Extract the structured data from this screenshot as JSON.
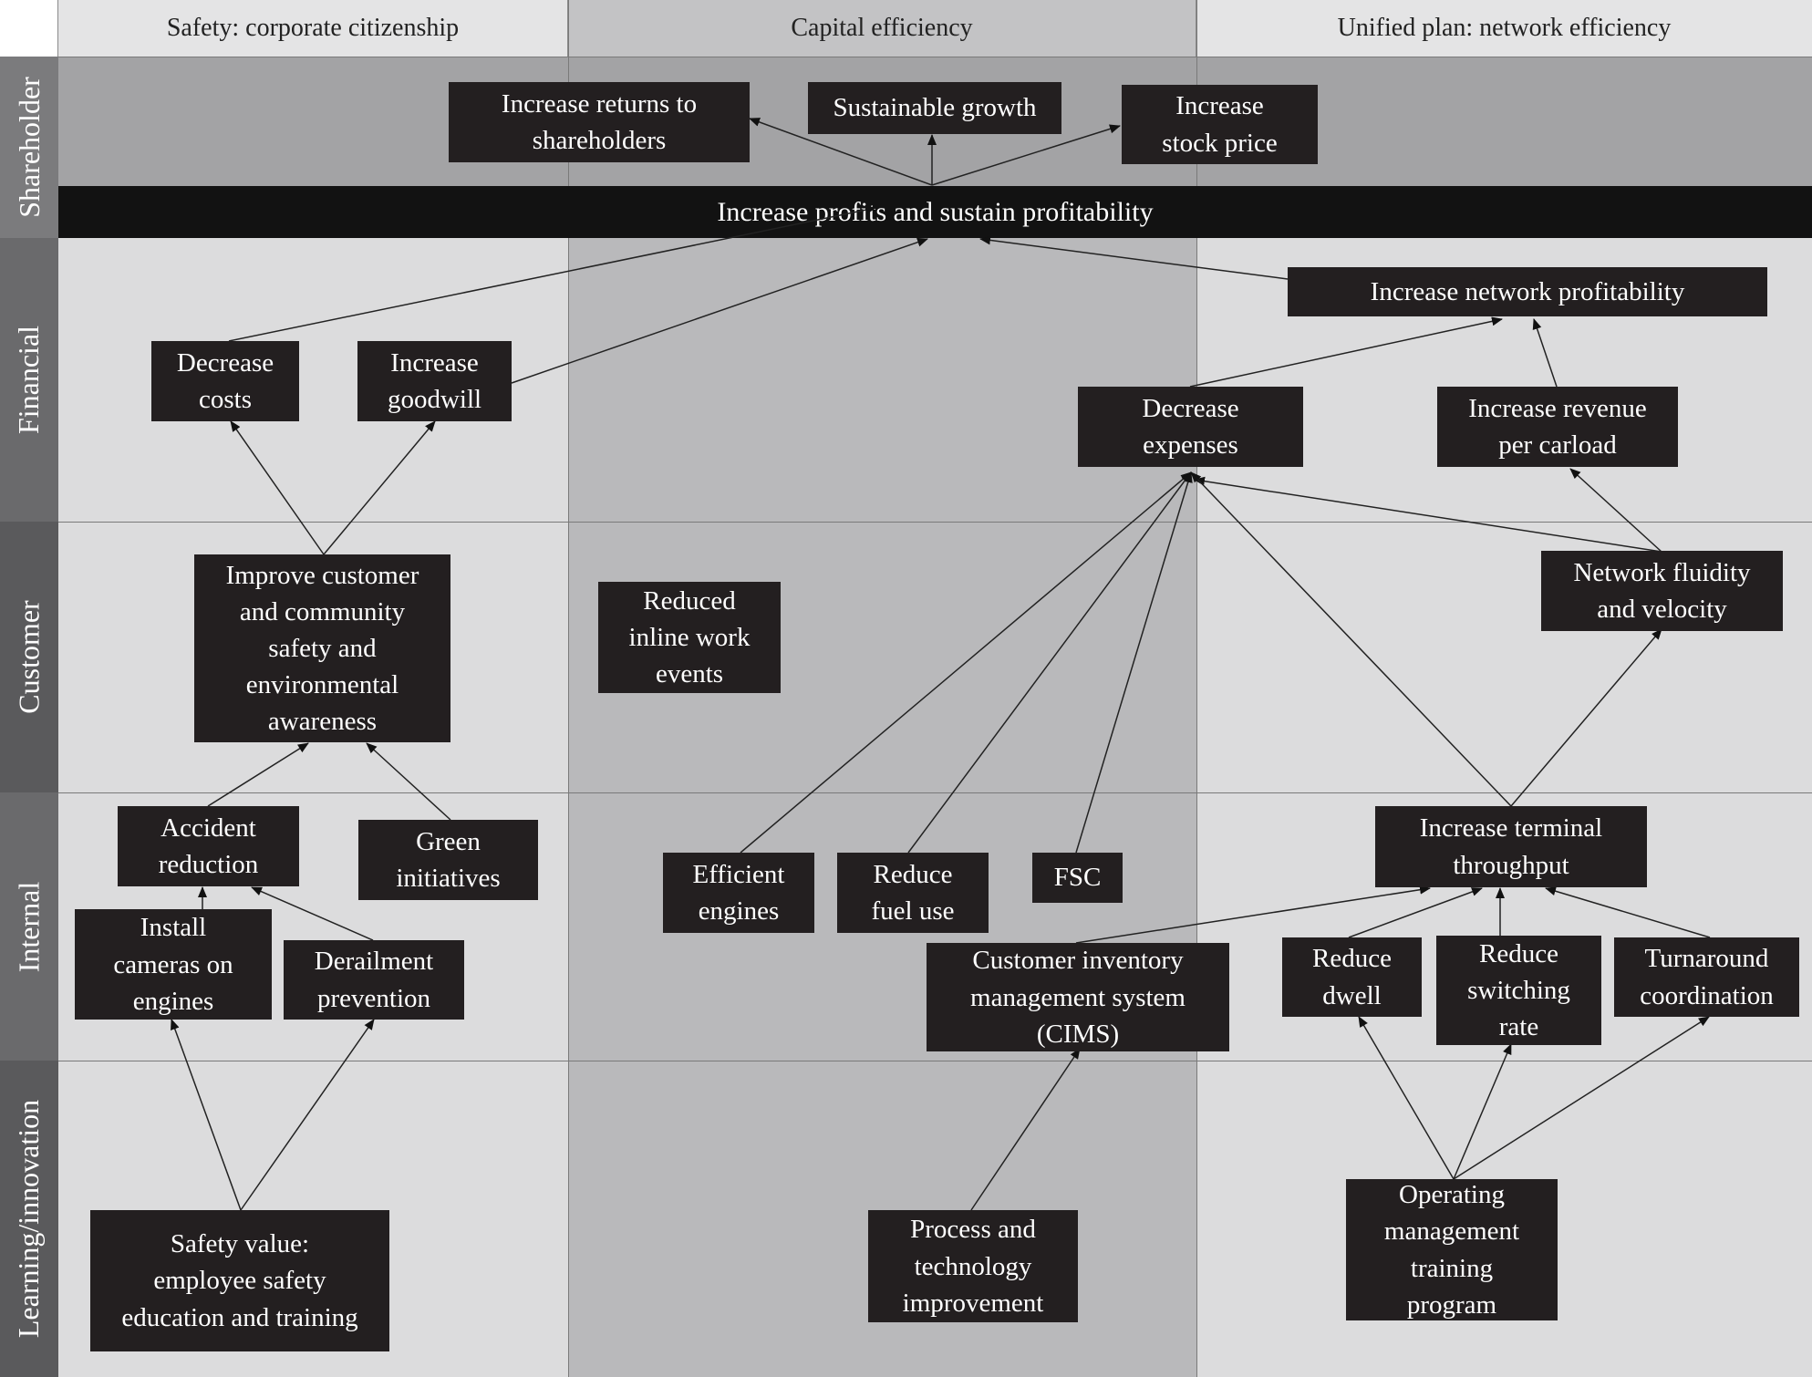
{
  "columns": [
    {
      "id": "safety",
      "label": "Safety: corporate citizenship"
    },
    {
      "id": "capital",
      "label": "Capital efficiency"
    },
    {
      "id": "unified",
      "label": "Unified plan: network efficiency"
    }
  ],
  "rows": [
    {
      "id": "shareholder",
      "label": "Shareholder"
    },
    {
      "id": "financial",
      "label": "Financial"
    },
    {
      "id": "customer",
      "label": "Customer"
    },
    {
      "id": "internal",
      "label": "Internal"
    },
    {
      "id": "learning",
      "label": "Learning/innovation"
    }
  ],
  "banner": {
    "label": "Increase profits and sustain profitability"
  },
  "nodes": {
    "increase_returns": "Increase returns to\nshareholders",
    "sustainable_growth": "Sustainable growth",
    "increase_stock_price": "Increase\nstock price",
    "increase_network_profitability": "Increase network profitability",
    "decrease_costs": "Decrease\ncosts",
    "increase_goodwill": "Increase\ngoodwill",
    "decrease_expenses": "Decrease\nexpenses",
    "increase_revenue_per_carload": "Increase revenue\nper carload",
    "improve_customer_safety": "Improve customer\nand community\nsafety and\nenvironmental\nawareness",
    "reduced_inline_work": "Reduced\ninline work\nevents",
    "network_fluidity": "Network fluidity\nand velocity",
    "accident_reduction": "Accident\nreduction",
    "green_initiatives": "Green\ninitiatives",
    "install_cameras": "Install\ncameras on\nengines",
    "derailment_prevention": "Derailment\nprevention",
    "efficient_engines": "Efficient\nengines",
    "reduce_fuel_use": "Reduce\nfuel use",
    "fsc": "FSC",
    "increase_terminal_throughput": "Increase terminal\nthroughput",
    "cims": "Customer inventory\nmanagement system\n(CIMS)",
    "reduce_dwell": "Reduce\ndwell",
    "reduce_switching_rate": "Reduce\nswitching\nrate",
    "turnaround_coordination": "Turnaround\ncoordination",
    "safety_value": "Safety value:\nemployee safety\neducation and training",
    "process_technology": "Process and\ntechnology\nimprovement",
    "operating_management_training": "Operating\nmanagement\ntraining\nprogram"
  },
  "colors": {
    "node_fill": "#231f20",
    "banner_fill": "#121212",
    "row_label_fill": "#6a6a6a",
    "cell_light": "#dcdcdd",
    "cell_mid": "#b9b9bb",
    "shareholder_band": "#a3a3a5"
  }
}
